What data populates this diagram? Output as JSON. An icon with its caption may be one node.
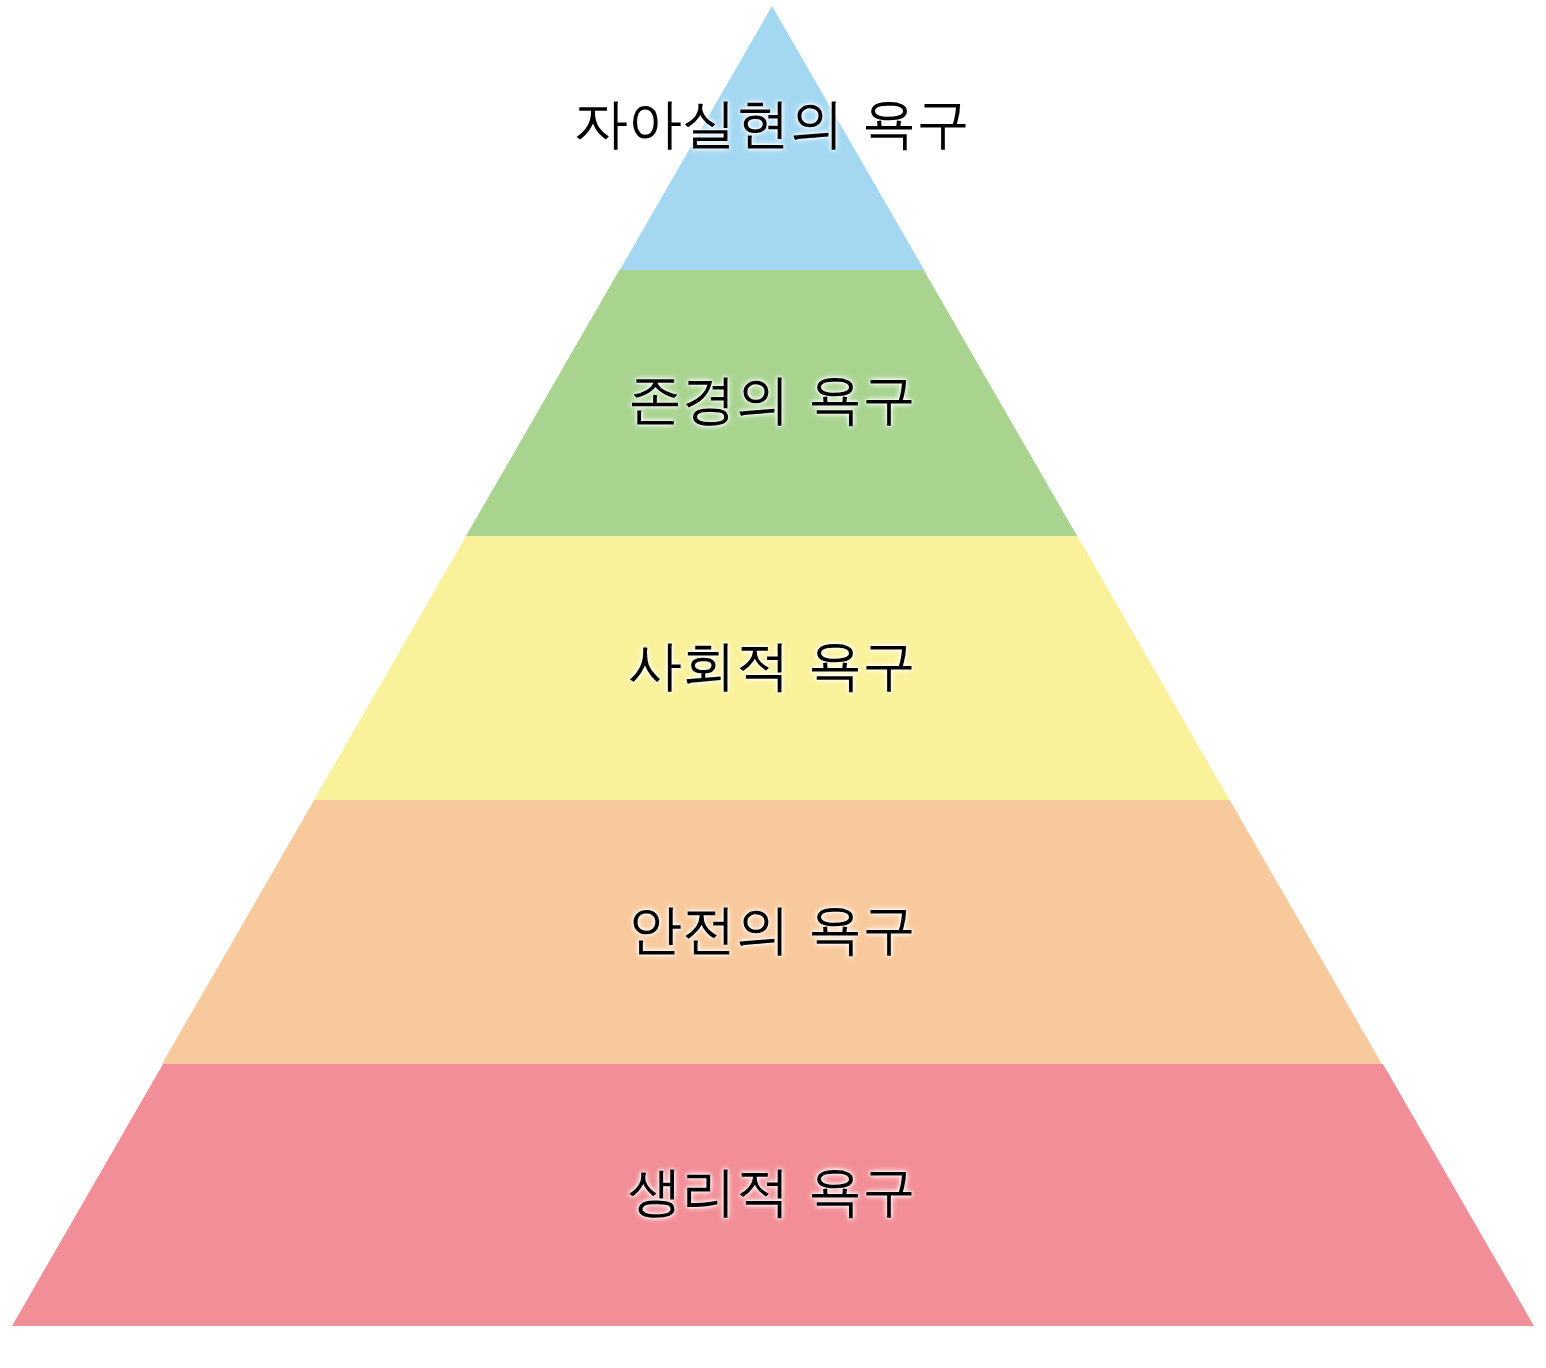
{
  "diagram": {
    "nodes": [
      {
        "text": [
          "자아실현의 욕구"
        ]
      },
      {
        "text": [
          "존경의 욕구"
        ]
      },
      {
        "text": [
          "사회적 욕구"
        ]
      },
      {
        "text": [
          "안전의 욕구"
        ]
      },
      {
        "text": [
          "생리적 욕구"
        ]
      }
    ]
  }
}
